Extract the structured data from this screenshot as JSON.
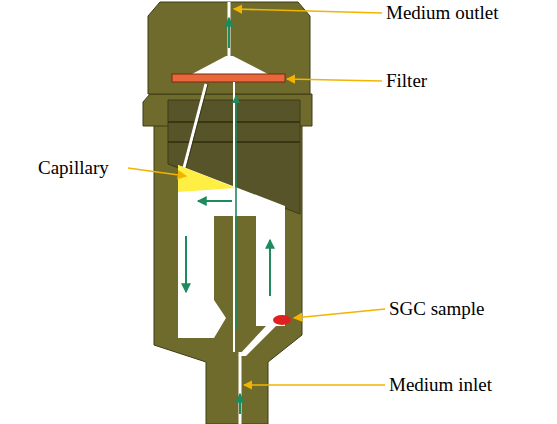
{
  "diagram": {
    "labels": [
      "Medium outlet",
      "Filter",
      "Capillary",
      "SGC sample",
      "Medium inlet"
    ]
  }
}
